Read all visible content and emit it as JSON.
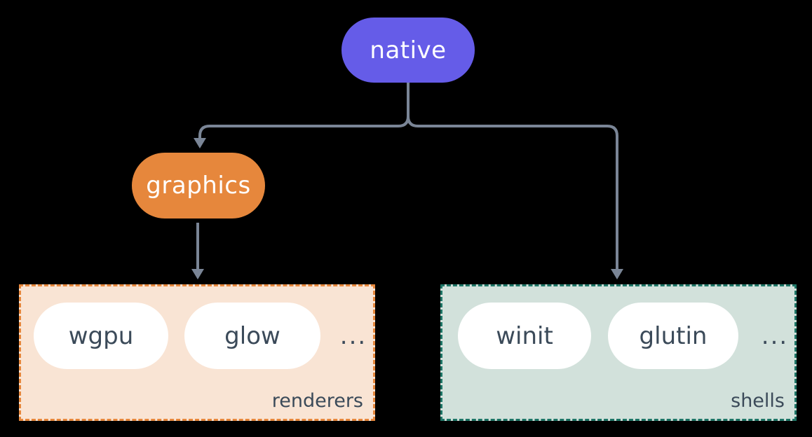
{
  "colors": {
    "background": "#000000",
    "node-native": "#655CE8",
    "node-graphics": "#E6873C",
    "node-text": "#FFFFFF",
    "group-renderers-fill": "#F9E4D4",
    "group-renderers-border": "#E6873C",
    "group-shells-fill": "#D2E1DB",
    "group-shells-border": "#1E7566",
    "item-pill-fill": "#FFFFFF",
    "dark-text": "#3B4A59",
    "connector": "#7A8596"
  },
  "nodes": {
    "native": {
      "label": "native"
    },
    "graphics": {
      "label": "graphics"
    }
  },
  "groups": [
    {
      "label": "renderers",
      "items": [
        "wgpu",
        "glow"
      ],
      "more": "..."
    },
    {
      "label": "shells",
      "items": [
        "winit",
        "glutin"
      ],
      "more": "..."
    }
  ],
  "edges": [
    {
      "from": "native",
      "to": "graphics"
    },
    {
      "from": "native",
      "to": "shells"
    },
    {
      "from": "graphics",
      "to": "renderers"
    }
  ]
}
